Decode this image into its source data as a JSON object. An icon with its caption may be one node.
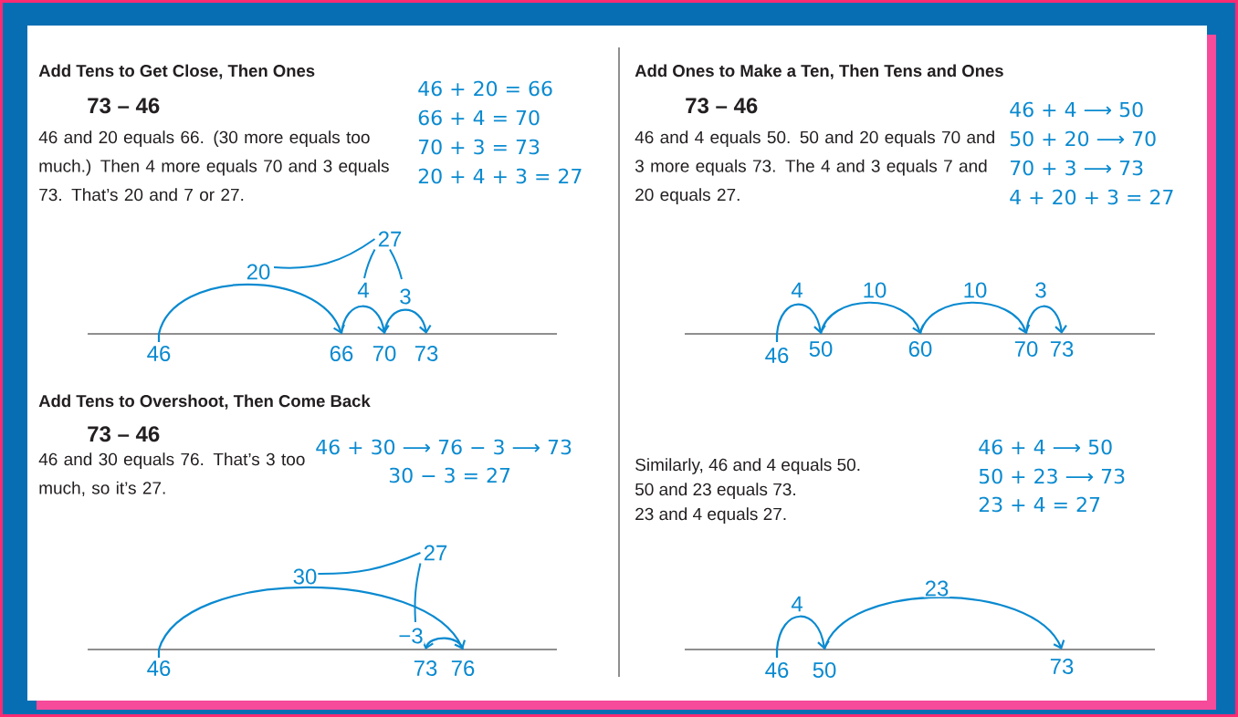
{
  "diagram": {
    "nodes": [
      {
        "text": [
          "46"
        ]
      },
      {
        "text": [
          "66"
        ]
      },
      {
        "text": [
          "70"
        ]
      },
      {
        "text": [
          "73"
        ]
      },
      {
        "text": [
          "27"
        ]
      },
      {
        "text": [
          "46"
        ]
      },
      {
        "text": [
          "50"
        ]
      },
      {
        "text": [
          "60"
        ]
      },
      {
        "text": [
          "70"
        ]
      },
      {
        "text": [
          "73"
        ]
      },
      {
        "text": [
          "46"
        ]
      },
      {
        "text": [
          "73"
        ]
      },
      {
        "text": [
          "76"
        ]
      },
      {
        "text": [
          "27"
        ]
      },
      {
        "text": [
          "46"
        ]
      },
      {
        "text": [
          "50"
        ]
      },
      {
        "text": [
          "73"
        ]
      }
    ],
    "edges": [
      {
        "from": 0,
        "to": 1,
        "arrow": "to",
        "label": "20"
      },
      {
        "from": 1,
        "to": 2,
        "arrow": "to",
        "label": "4"
      },
      {
        "from": 2,
        "to": 3,
        "arrow": "to",
        "label": "3"
      },
      {
        "from": 4,
        "to": null,
        "arrow": "none"
      },
      {
        "from": 4,
        "to": null,
        "arrow": "none"
      },
      {
        "from": 4,
        "to": null,
        "arrow": "none"
      },
      {
        "from": 5,
        "to": 6,
        "arrow": "to",
        "label": "4"
      },
      {
        "from": 6,
        "to": 7,
        "arrow": "to",
        "label": "10"
      },
      {
        "from": 7,
        "to": 8,
        "arrow": "to",
        "label": "10"
      },
      {
        "from": 8,
        "to": 9,
        "arrow": "to",
        "label": "3"
      },
      {
        "from": 10,
        "to": 12,
        "arrow": "to",
        "label": "30"
      },
      {
        "from": 12,
        "to": 11,
        "arrow": "to",
        "label": "−3"
      },
      {
        "from": 13,
        "to": null,
        "arrow": "none"
      },
      {
        "from": 13,
        "to": null,
        "arrow": "none"
      },
      {
        "from": 14,
        "to": 15,
        "arrow": "to",
        "label": "4"
      },
      {
        "from": 15,
        "to": 16,
        "arrow": "to",
        "label": "23"
      }
    ],
    "labels": [
      "Add Tens to Get Close, Then Ones",
      "73 – 46",
      "46 and 20 equals 66. (30 more equals too much.) Then 4 more equals 70 and 3 equals 73. That’s 20 and 7 or 27.",
      "46 + 20 = 66",
      "66 + 4 = 70",
      "70 + 3 = 73",
      "20 + 4 + 3 = 27",
      "Add Ones to Make a Ten, Then Tens and Ones",
      "73 – 46",
      "46 and 4 equals 50. 50 and 20 equals 70 and 3 more equals 73. The 4 and 3 equals 7 and 20 equals 27.",
      "46 + 4 ⟶ 50",
      "50 + 20 ⟶ 70",
      "70 + 3 ⟶ 73",
      "4 + 20 + 3 = 27",
      "Add Tens to Overshoot, Then Come Back",
      "73 – 46",
      "46 and 30 equals 76. That’s 3 too much, so it’s 27.",
      "46 + 30 ⟶ 76 − 3 ⟶ 73",
      "30 − 3 = 27",
      "Similarly, 46 and 4 equals 50.",
      "50 and 23 equals 73.",
      "23 and 4 equals 27.",
      "46 + 4 ⟶ 50",
      "50 + 23 ⟶ 73",
      "23 + 4 = 27"
    ]
  }
}
